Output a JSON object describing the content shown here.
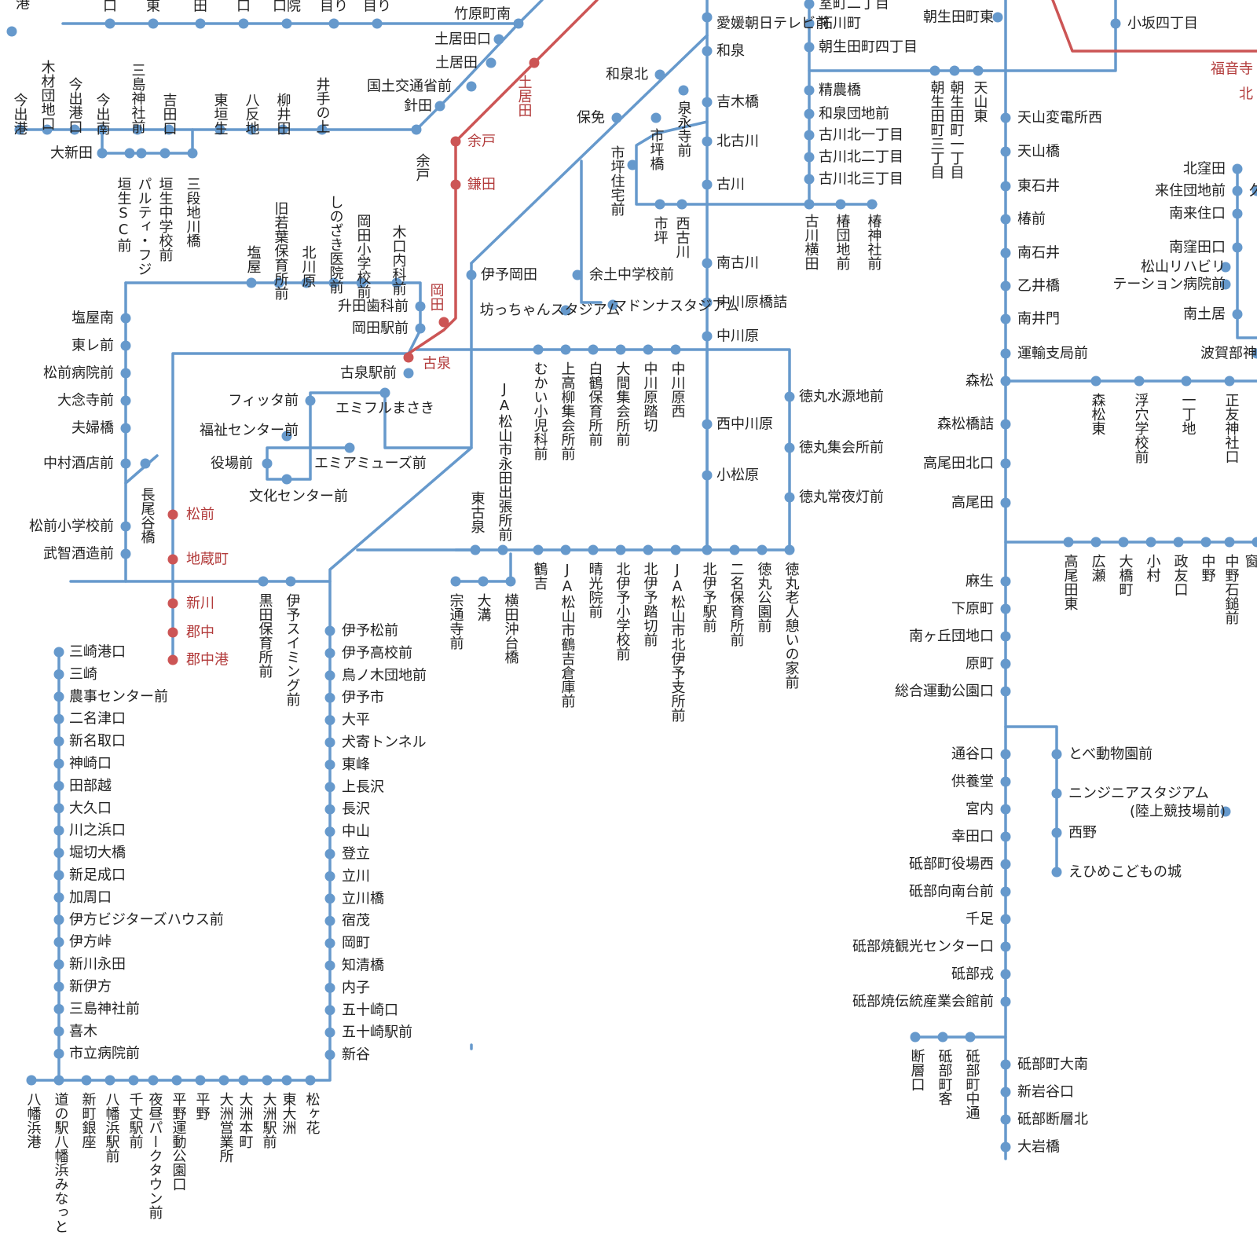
{
  "colors": {
    "bus": "#6699cc",
    "rail": "#cc5555",
    "text": "#222222",
    "rail_text": "#b23a3a"
  },
  "rail_lines": [
    "土居田",
    "岡田",
    "福音寺"
  ],
  "rail_stations": [
    "余戸",
    "鎌田",
    "古泉",
    "松前",
    "地蔵町",
    "新川",
    "郡中",
    "郡中港",
    "北"
  ],
  "stations": {
    "top_row": [
      "港",
      "口",
      "東",
      "田",
      "口",
      "口院",
      "目り",
      "目り",
      "竹原町南"
    ],
    "west_row": [
      "今出港",
      "木材団地口",
      "今出港口",
      "今出南",
      "三島神社前",
      "吉田口",
      "東垣生",
      "八反地",
      "柳井田",
      "井手の上",
      "余戸"
    ],
    "west_branch": [
      "大新田",
      "垣生SC前",
      "パルティ・フジ",
      "垣生中学校前",
      "三段地川橋"
    ],
    "diagonal": [
      "土居田口",
      "土居田",
      "国土交通省前",
      "針田"
    ],
    "north_row": [
      "塩屋",
      "旧若葉保育所前",
      "北川原",
      "しのざき医院前",
      "岡田小学校前",
      "木口内科前"
    ],
    "loop_west": [
      "塩屋南",
      "東レ前",
      "松前病院前",
      "大念寺前",
      "夫婦橋",
      "中村酒店前",
      "松前小学校前",
      "武智酒造前",
      "長尾谷橋"
    ],
    "masaki_area": [
      "升田歯科前",
      "岡田駅前",
      "古泉駅前",
      "フィッタ前",
      "エミフルまさき",
      "福祉センター前",
      "役場前",
      "エミアミューズ前",
      "文化センター前"
    ],
    "south_row": [
      "黒田保育所前",
      "伊予スイミング前",
      "宗通寺前",
      "大溝",
      "横田沖台橋"
    ],
    "iyo_line": [
      "伊予松前",
      "伊予高校前",
      "鳥ノ木団地前",
      "伊予市",
      "大平",
      "犬寄トンネル",
      "東峰",
      "上長沢",
      "長沢",
      "中山",
      "登立",
      "立川",
      "立川橋",
      "宿茂",
      "岡町",
      "知清橋",
      "内子",
      "五十崎口",
      "五十崎駅前",
      "新谷"
    ],
    "misaki_line": [
      "三崎港口",
      "三崎",
      "農事センター前",
      "二名津口",
      "新名取口",
      "神崎口",
      "田部越",
      "大久口",
      "川之浜口",
      "堀切大橋",
      "新足成口",
      "加周口",
      "伊方ビジターズハウス前",
      "伊方峠",
      "新川永田",
      "新伊方",
      "三島神社前",
      "喜木",
      "市立病院前"
    ],
    "ozu_row": [
      "八幡浜港",
      "道の駅八幡浜みなっと",
      "新町銀座",
      "八幡浜駅前",
      "千丈駅前",
      "夜昼パークタウン前",
      "平野運動公園口",
      "平野",
      "大洲営業所",
      "大洲本町",
      "大洲駅前",
      "東大洲",
      "松ヶ花"
    ],
    "center_north": [
      "愛媛朝日テレビ前",
      "和泉",
      "和泉北",
      "保免",
      "泉永寺前",
      "吉木橋",
      "北古川",
      "市坪住宅前",
      "市坪橋",
      "古川",
      "市坪",
      "西古川",
      "伊予岡田",
      "余土中学校前",
      "坊っちゃんスタジアム",
      "マドンナスタジアム",
      "南古川",
      "中川原橋詰",
      "中川原"
    ],
    "center_mid": [
      "むかい小児科前",
      "上高柳集会所前",
      "白鶴保育所前",
      "大間集会所前",
      "中川原踏切",
      "中川原西",
      "JA松山市永田出張所前",
      "西中川原",
      "小松原",
      "東古泉",
      "徳丸水源地前",
      "徳丸集会所前",
      "徳丸常夜灯前"
    ],
    "center_south": [
      "鶴吉",
      "JA松山市鶴吉倉庫前",
      "晴光院前",
      "北伊予小学校前",
      "北伊予踏切前",
      "JA松山市北伊予支所前",
      "北伊予駅前",
      "二名保育所前",
      "徳丸公園前",
      "徳丸老人憩いの家前"
    ],
    "east_north": [
      "室町二丁目",
      "拓川町",
      "朝生田町四丁目",
      "朝生田町東",
      "精農橋",
      "和泉団地前",
      "古川北一丁目",
      "古川北二丁目",
      "古川北三丁目",
      "朝生田町三丁目",
      "朝生田町一丁目",
      "天山東",
      "古川横田",
      "椿団地前",
      "椿神社前"
    ],
    "main_east": [
      "天山変電所西",
      "天山橋",
      "東石井",
      "椿前",
      "南石井",
      "乙井橋",
      "南井門",
      "運輸支局前",
      "森松",
      "森松橋詰",
      "高尾田北口",
      "高尾田",
      "麻生",
      "下原町",
      "南ヶ丘団地口",
      "原町",
      "総合運動公園口"
    ],
    "tobe_line": [
      "通谷口",
      "供養堂",
      "宮内",
      "幸田口",
      "砥部町役場西",
      "砥部向南台前",
      "千足",
      "砥部焼観光センター口",
      "砥部戎",
      "砥部焼伝統産業会館前",
      "砥部町大南",
      "新岩谷口",
      "砥部断層北",
      "大岩橋",
      "断層口",
      "砥部町客",
      "砥部町中通"
    ],
    "zoo_branch": [
      "とべ動物園前",
      "ニンジニアスタジアム",
      "(陸上競技場前)",
      "西野",
      "えひめこどもの城"
    ],
    "far_east": [
      "小坂四丁目",
      "北窪田",
      "来住団地前",
      "南来住口",
      "南窪田口",
      "松山リハビリ",
      "テーション病院前",
      "南土居",
      "波賀部神",
      "久",
      "森松東",
      "浮穴学校前",
      "一丁地",
      "正友神社口",
      "高尾田東",
      "広瀬",
      "大橋町",
      "小村",
      "政友口",
      "中野",
      "中野石鎚前",
      "窗"
    ]
  }
}
